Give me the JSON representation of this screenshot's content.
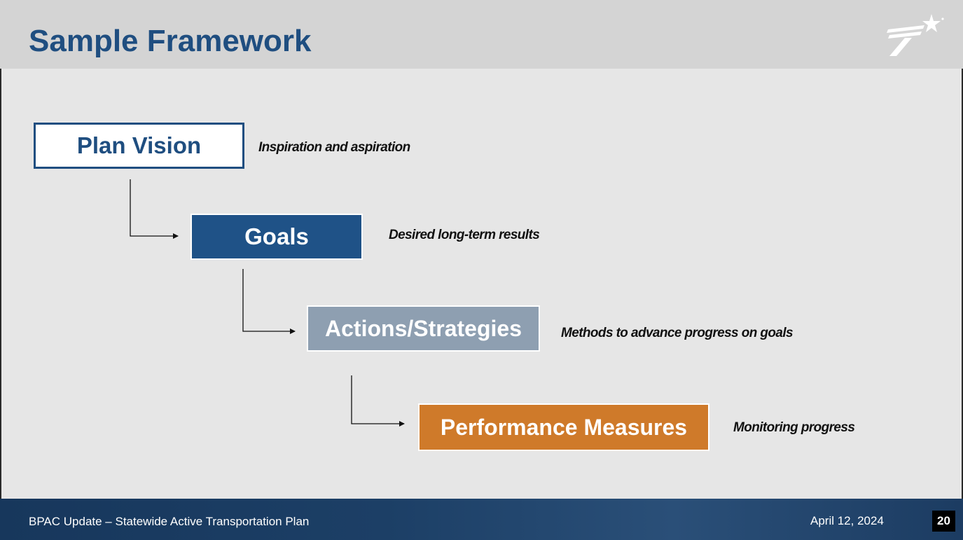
{
  "header": {
    "title": "Sample Framework"
  },
  "framework": [
    {
      "label": "Plan Vision",
      "description": "Inspiration and aspiration",
      "color": "#ffffff"
    },
    {
      "label": "Goals",
      "description": "Desired long-term results",
      "color": "#1f5287"
    },
    {
      "label": "Actions/Strategies",
      "description": "Methods to advance progress on goals",
      "color": "#8e9fb1"
    },
    {
      "label": "Performance Measures",
      "description": "Monitoring progress",
      "color": "#cf7a2a"
    }
  ],
  "footer": {
    "left_text": "BPAC Update – Statewide Active Transportation Plan",
    "date": "April 12, 2024",
    "page_number": "20"
  },
  "colors": {
    "accent": "#1f4e80",
    "footer_bg": "#1c3f66",
    "header_bg": "#d4d4d4"
  },
  "icons": {
    "logo": "txdot-star-logo-icon"
  }
}
